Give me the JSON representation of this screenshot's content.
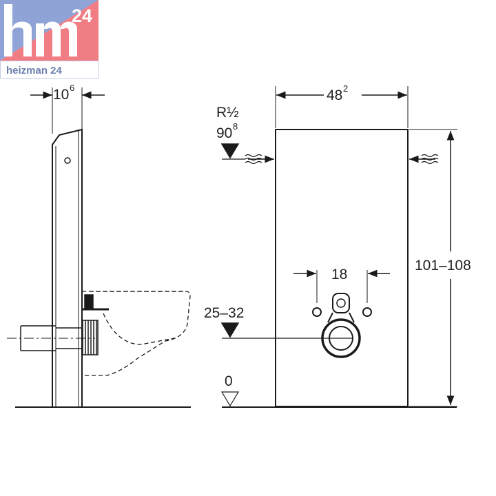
{
  "logo": {
    "number": "24",
    "brand": "heizman 24",
    "colors": {
      "blue": "#8fa3d6",
      "pink": "#f07c84",
      "white": "#ffffff",
      "text": "#6b7fae"
    }
  },
  "side_view": {
    "depth_value": "10",
    "depth_sup": "6"
  },
  "front_view": {
    "width_value": "48",
    "width_sup": "2",
    "pipe_label": "R½",
    "pipe_height_value": "90",
    "pipe_height_sup": "8",
    "height_range": "101–108",
    "bolt_spacing": "18",
    "drain_height": "25–32",
    "floor_level": "0"
  },
  "colors": {
    "line": "#1a1a1a",
    "panel": "#ffffff"
  }
}
